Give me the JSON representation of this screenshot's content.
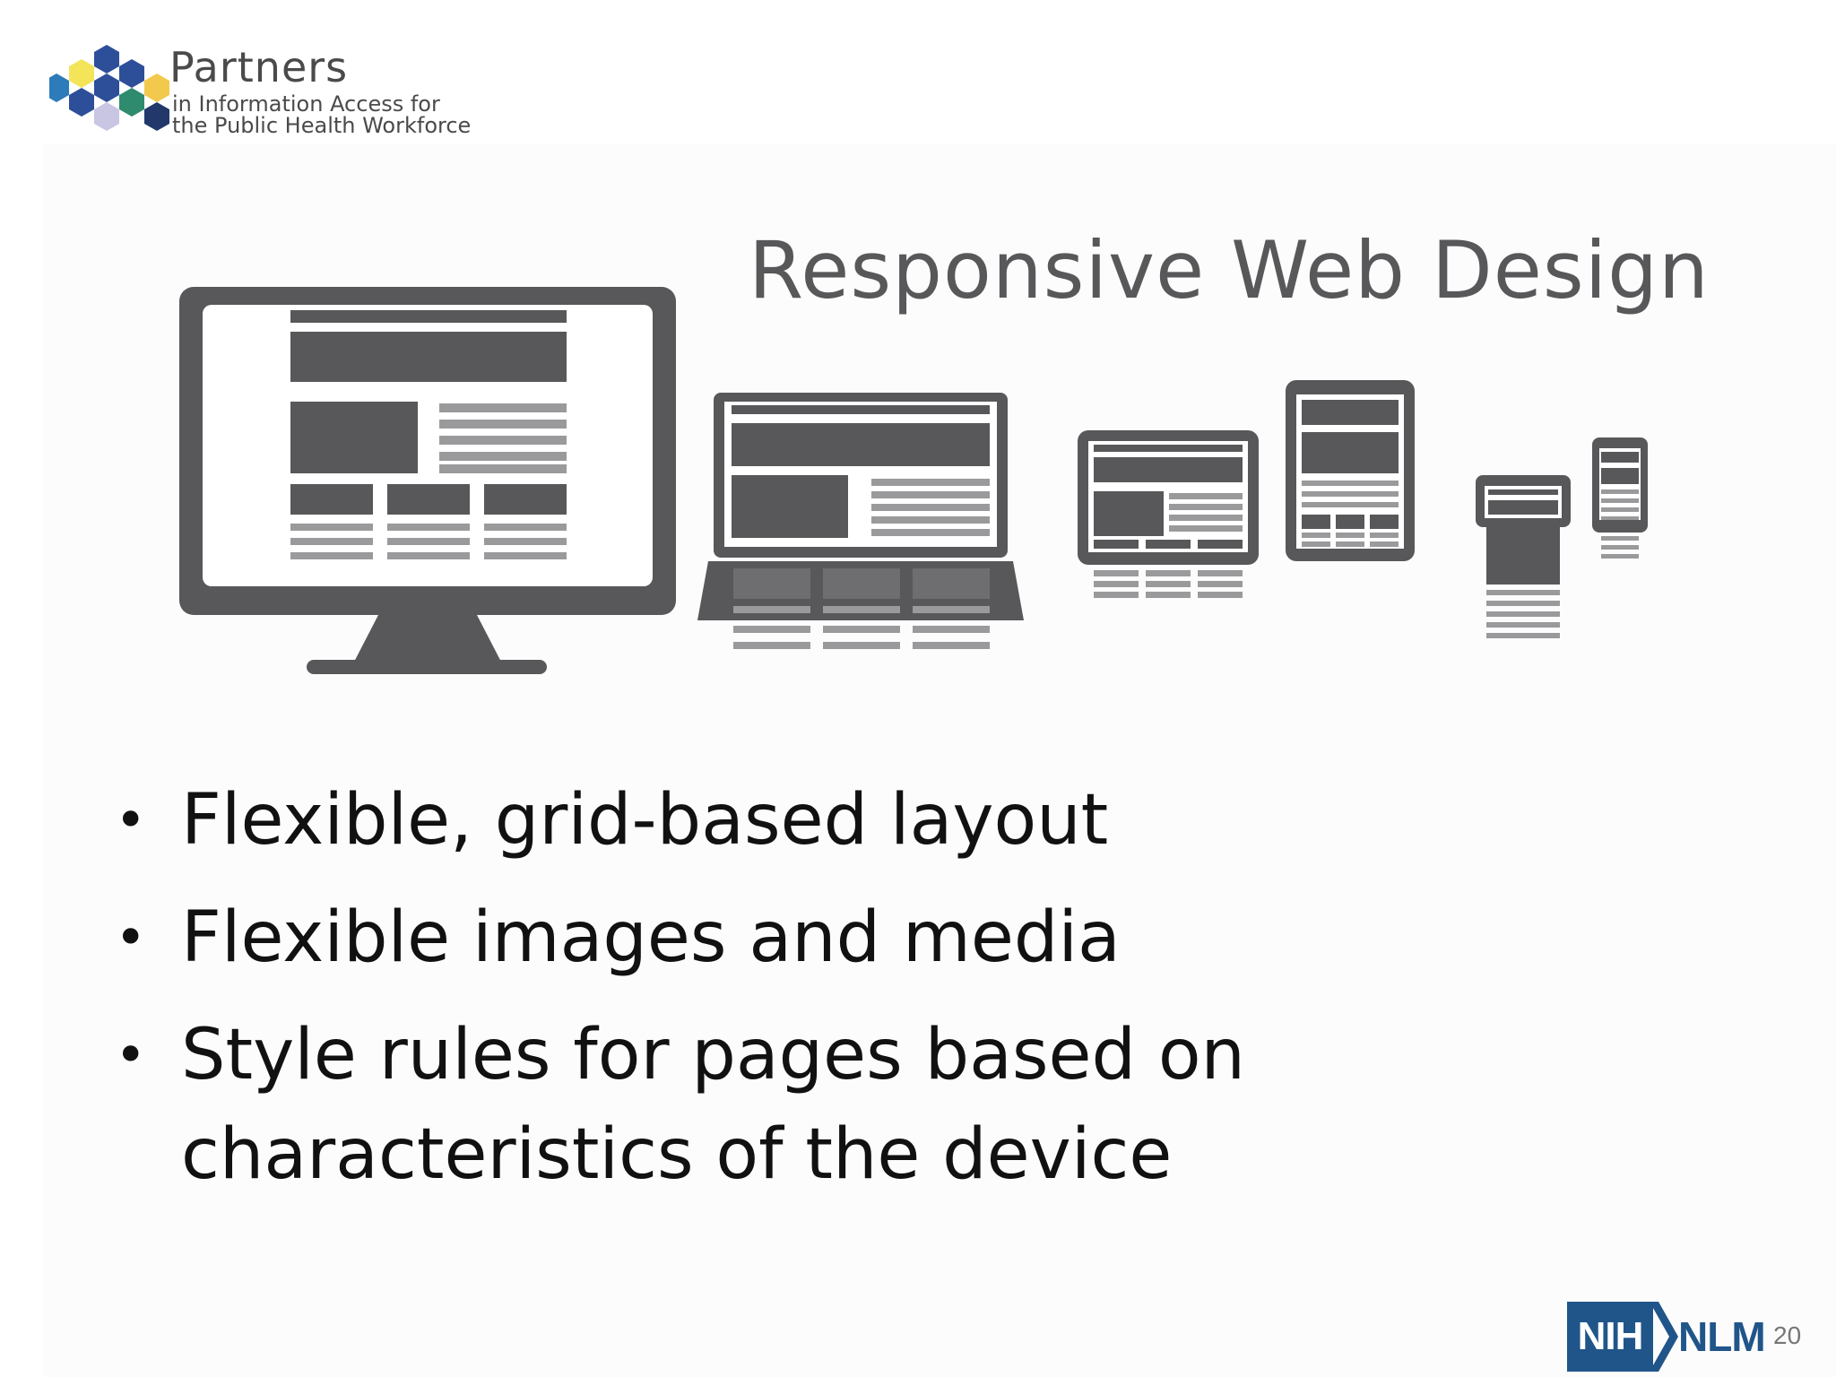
{
  "logo": {
    "name": "Partners",
    "line1": "in Information Access for",
    "line2": "the Public Health Workforce"
  },
  "illustration": {
    "title": "Responsive Web Design"
  },
  "bullets": [
    {
      "text": "Flexible, grid-based layout"
    },
    {
      "text": "Flexible images and media"
    },
    {
      "text": "Style rules for pages based on characteristics of the device"
    }
  ],
  "footer": {
    "nih": "NIH",
    "nlm": "NLM",
    "page_number": "20"
  },
  "colors": {
    "device_gray": "#58585a",
    "bar_gray": "#9a9a9c",
    "nih_blue": "#20558a"
  }
}
